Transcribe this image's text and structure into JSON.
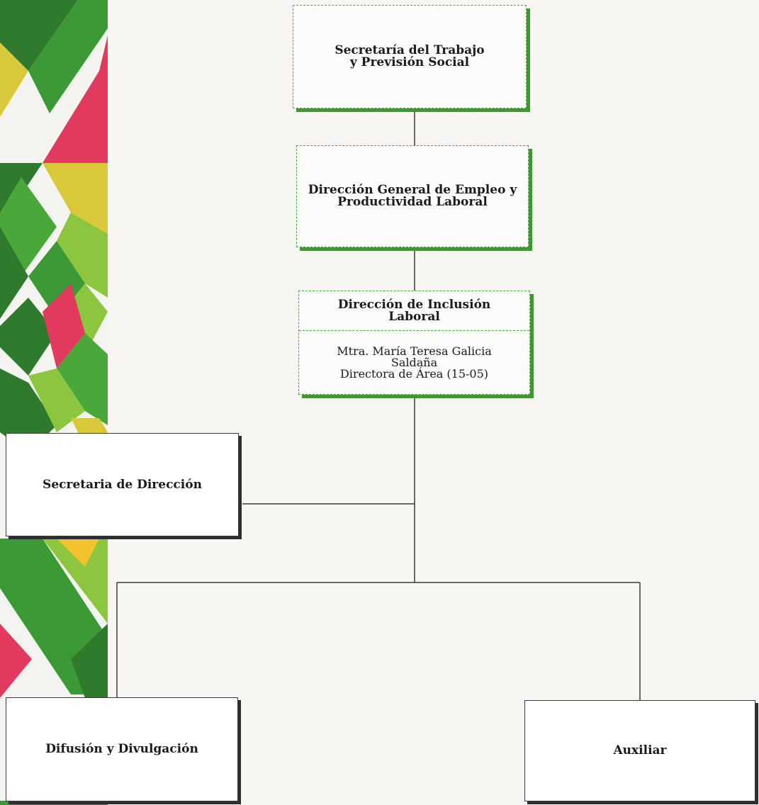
{
  "org_chart": {
    "nodes": {
      "secretaria": {
        "lines": [
          "Secretaría del Trabajo",
          "y Previsión Social"
        ]
      },
      "direccion_general": {
        "lines": [
          "Dirección General de Empleo y",
          "Productividad Laboral"
        ]
      },
      "direccion_inclusion": {
        "title_lines": [
          "Dirección de Inclusión",
          "Laboral"
        ],
        "holder_lines": [
          "Mtra. María Teresa Galicia",
          "Saldaña",
          "Directora de Área (15-05)"
        ]
      },
      "secretaria_direccion": {
        "label": "Secretaria de Dirección"
      },
      "difusion": {
        "label": "Difusión y Divulgación"
      },
      "auxiliar": {
        "label": "Auxiliar"
      }
    },
    "colors": {
      "accent_green": "#3a9a2e",
      "pattern_dark_green": "#2f7a2c",
      "pattern_green": "#4aa83a",
      "pattern_light_green": "#8cc63f",
      "pattern_yellow": "#d9c93a",
      "pattern_pink": "#e23a5f"
    }
  }
}
